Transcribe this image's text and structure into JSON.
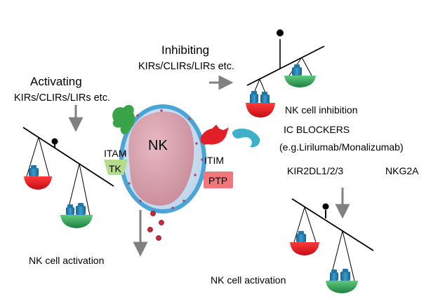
{
  "activating": {
    "title": "Activating",
    "subtitle": "KIRs/CLIRs/LIRs etc."
  },
  "inhibiting": {
    "title": "Inhibiting",
    "subtitle": "KIRs/CLIRs/LIRs etc."
  },
  "cell": {
    "label": "NK",
    "itam": "ITAM",
    "tk": "TK",
    "itim": "ITIM",
    "ptp": "PTP"
  },
  "blockers": {
    "title": "IC BLOCKERS",
    "examples": "(e.g.Lirilumab/Monalizumab)",
    "target_kir": "KIR2DL1/2/3",
    "target_nkg2a": "NKG2A"
  },
  "outcomes": {
    "inhibition": "NK cell inhibition",
    "activation_left": "NK cell activation",
    "activation_right": "NK cell activation"
  },
  "colors": {
    "activating_pan": "#2e9d52",
    "inhibiting_pan": "#e0141e",
    "weight": "#1f77a8",
    "arrow": "#808080",
    "cell_outer": "#bfd9ee",
    "cell_ring": "#4aa4d8",
    "nucleus": "#d7a1ad",
    "itam_receptor": "#39a348",
    "tk_box": "#b4dc8a",
    "itim_receptor": "#e21f26",
    "ptp_box": "#f2777a",
    "blocker": "#3fb0c9",
    "granule": "#c8293a"
  }
}
